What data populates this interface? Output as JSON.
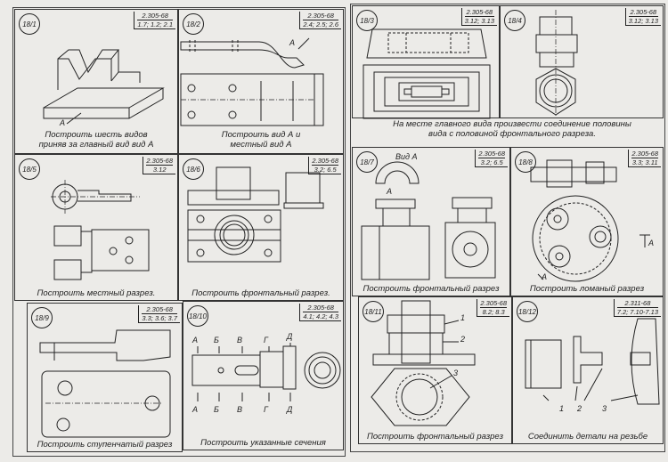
{
  "sheet": {
    "tasks": [
      {
        "number": "18/1",
        "code": [
          "2.305-68",
          "1.7; 1.2; 2.1"
        ],
        "caption": "Построить шесть видов приняв за главный вид вид А",
        "labels": [
          "А"
        ]
      },
      {
        "number": "18/2",
        "code": [
          "2.305-68",
          "2.4; 2.5; 2.6"
        ],
        "caption": "Построить вид А и местный вид А",
        "labels": [
          "А"
        ]
      },
      {
        "number": "18/3",
        "code": [
          "2.305-68",
          "3.12; 3.13"
        ]
      },
      {
        "number": "18/4",
        "code": [
          "2.305-68",
          "3.12; 3.13"
        ]
      },
      {
        "number": "18/5",
        "code": [
          "2.305-68",
          "3.12"
        ],
        "caption": "Построить местный разрез."
      },
      {
        "number": "18/6",
        "code": [
          "2.305-68",
          "3.2; 6.5"
        ],
        "caption": "Построить фронтальный разрез."
      },
      {
        "number": "18/7",
        "code": [
          "2.305-68",
          "3.2; 6.5"
        ],
        "caption": "Построить фронтальный разрез",
        "labels": [
          "Вид А",
          "А"
        ]
      },
      {
        "number": "18/8",
        "code": [
          "2.305-68",
          "3.3; 3.11"
        ],
        "caption": "Построить ломаный разрез",
        "labels": [
          "А",
          "А"
        ]
      },
      {
        "number": "18/9",
        "code": [
          "2.305-68",
          "3.3; 3.6; 3.7"
        ],
        "caption": "Построить ступенчатый разрез"
      },
      {
        "number": "18/10",
        "code": [
          "2.305-68",
          "4.1; 4.2; 4.3"
        ],
        "caption": "Построить указанные сечения",
        "labels": [
          "А",
          "Б",
          "В",
          "Г",
          "Д"
        ]
      },
      {
        "number": "18/11",
        "code": [
          "2.305-68",
          "8.2; 8.3"
        ],
        "caption": "Построить фронтальный разрез",
        "labels": [
          "1",
          "2",
          "3"
        ]
      },
      {
        "number": "18/12",
        "code": [
          "2.311-68",
          "7.2; 7.10-7.13"
        ],
        "caption": "Соединить детали на резьбе",
        "labels": [
          "1",
          "2",
          "3"
        ]
      }
    ],
    "shared_caption_3_4": "На месте главного вида произвести соединение половины вида с половиной фронтального разреза."
  }
}
